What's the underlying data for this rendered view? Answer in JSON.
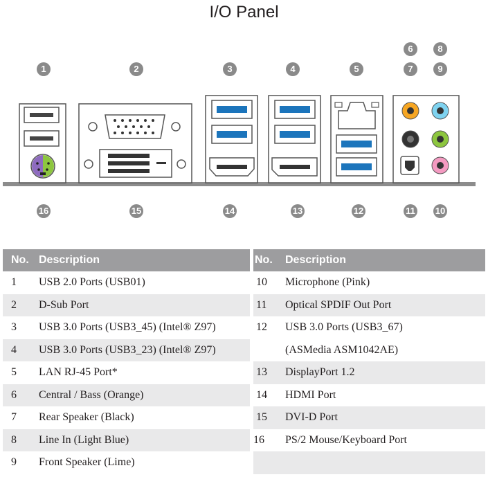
{
  "title": "I/O Panel",
  "callouts": {
    "top": [
      "1",
      "2",
      "3",
      "4",
      "5",
      "6",
      "7",
      "8",
      "9"
    ],
    "bottom": [
      "16",
      "15",
      "14",
      "13",
      "12",
      "11",
      "10"
    ]
  },
  "table_headers": {
    "no": "No.",
    "description": "Description"
  },
  "table_left": [
    {
      "no": "1",
      "desc": "USB 2.0 Ports (USB01)"
    },
    {
      "no": "2",
      "desc": "D-Sub Port"
    },
    {
      "no": "3",
      "desc": "USB 3.0 Ports (USB3_45) (Intel® Z97)"
    },
    {
      "no": "4",
      "desc": "USB 3.0 Ports (USB3_23) (Intel® Z97)"
    },
    {
      "no": "5",
      "desc": "LAN RJ-45 Port*"
    },
    {
      "no": "6",
      "desc": "Central / Bass (Orange)"
    },
    {
      "no": "7",
      "desc": "Rear Speaker (Black)"
    },
    {
      "no": "8",
      "desc": "Line In (Light Blue)"
    },
    {
      "no": "9",
      "desc": "Front Speaker (Lime)"
    }
  ],
  "table_right": [
    {
      "no": "10",
      "desc": "Microphone (Pink)"
    },
    {
      "no": "11",
      "desc": "Optical SPDIF Out Port"
    },
    {
      "no": "12",
      "desc": "USB 3.0 Ports (USB3_67)"
    },
    {
      "no": "",
      "desc": "(ASMedia ASM1042AE)"
    },
    {
      "no": "13",
      "desc": "DisplayPort 1.2"
    },
    {
      "no": "14",
      "desc": "HDMI Port"
    },
    {
      "no": "15",
      "desc": "DVI-D Port"
    },
    {
      "no": "16",
      "desc": "PS/2 Mouse/Keyboard Port"
    },
    {
      "no": "",
      "desc": ""
    }
  ],
  "colors": {
    "usb3_blue": "#1c75bc",
    "audio_orange": "#f6a623",
    "audio_black": "#333333",
    "audio_lightblue": "#7fd3f0",
    "audio_lime": "#8dc63f",
    "audio_pink": "#f49ac1",
    "ps2_purple": "#8e6bbf",
    "ps2_green": "#8dc63f",
    "header_gray": "#9d9d9f",
    "row_gray": "#e9e9ea"
  }
}
